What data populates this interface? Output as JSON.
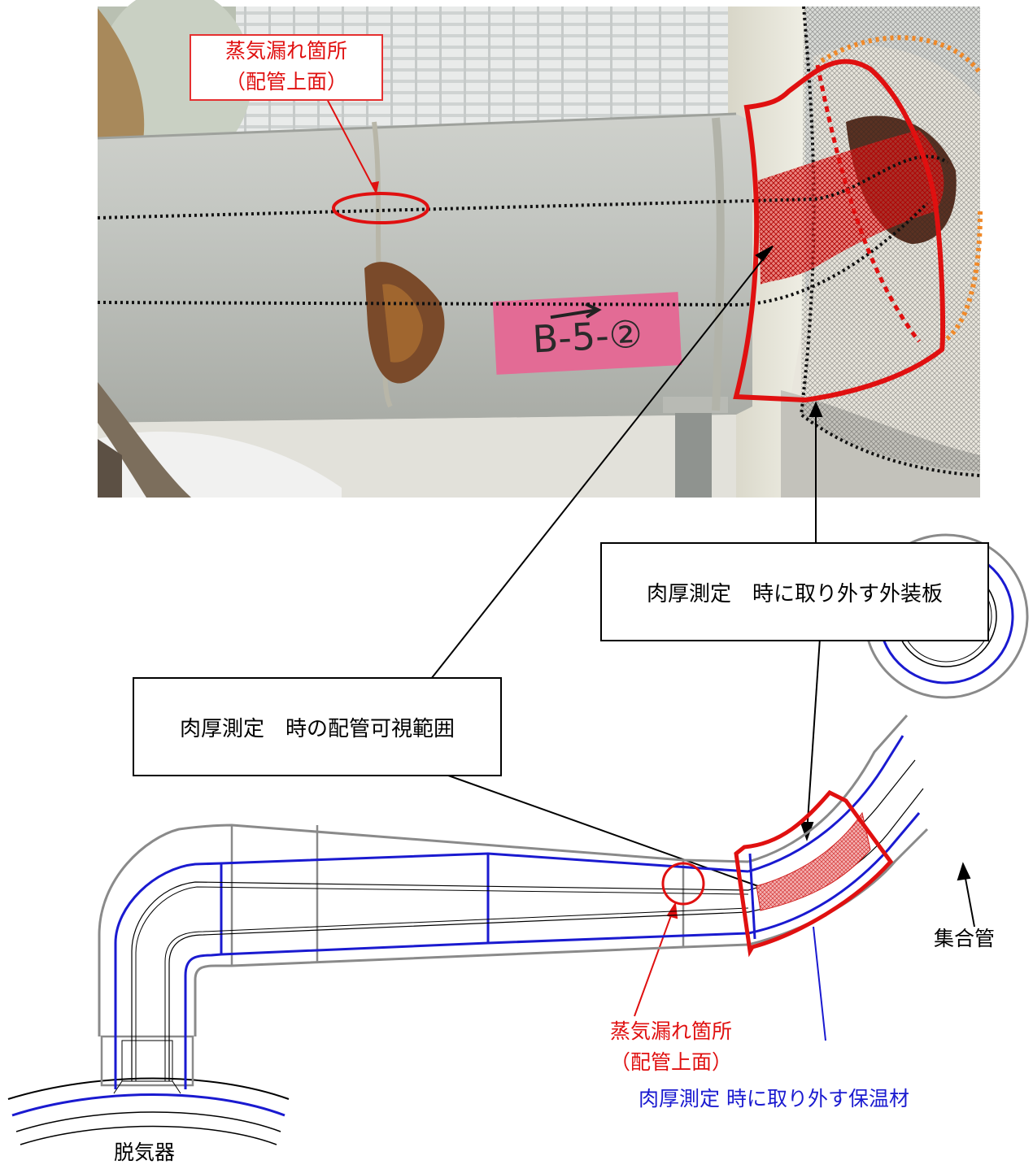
{
  "photo": {
    "tag_text": "B-5-②",
    "leak_label": [
      "蒸気漏れ箇所",
      "（配管上面）"
    ]
  },
  "callouts": {
    "cover_plate": "肉厚測定　時に取り外す外装板",
    "visible_range": "肉厚測定　時の配管可視範囲"
  },
  "drawing": {
    "leak_label": [
      "蒸気漏れ箇所",
      "（配管上面）"
    ],
    "insulation_label": "肉厚測定 時に取り外す保温材",
    "header_label": "集合管",
    "deaerator_label": "脱気器"
  },
  "colors": {
    "red": "#e01010",
    "blue": "#1a1ad0",
    "gray": "#8a8a8a",
    "orange": "#f08a2a"
  }
}
